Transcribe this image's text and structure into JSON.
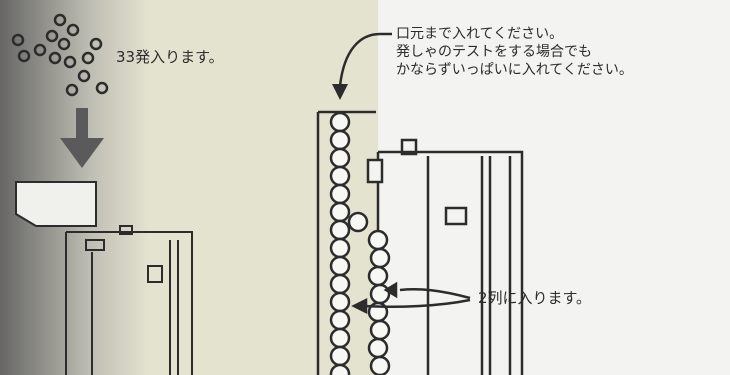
{
  "labels": {
    "bb_count": "33発入ります。",
    "instruction_line1": "口元まで入れてください。",
    "instruction_line2": "発しゃのテストをする場合でも",
    "instruction_line3": "かならずいっぱいに入れてください。",
    "two_rows": "2列に入ります。"
  },
  "colors": {
    "left_panel": "#e4e3d0",
    "right_panel": "#f3f3f1",
    "ink": "#2c2c2c",
    "arrow_fill": "#5a5a5a"
  },
  "icons": [
    "bb-pellets-icon",
    "down-arrow-icon",
    "magazine-icon",
    "curved-arrow-icon",
    "pointer-arrow-icon"
  ]
}
